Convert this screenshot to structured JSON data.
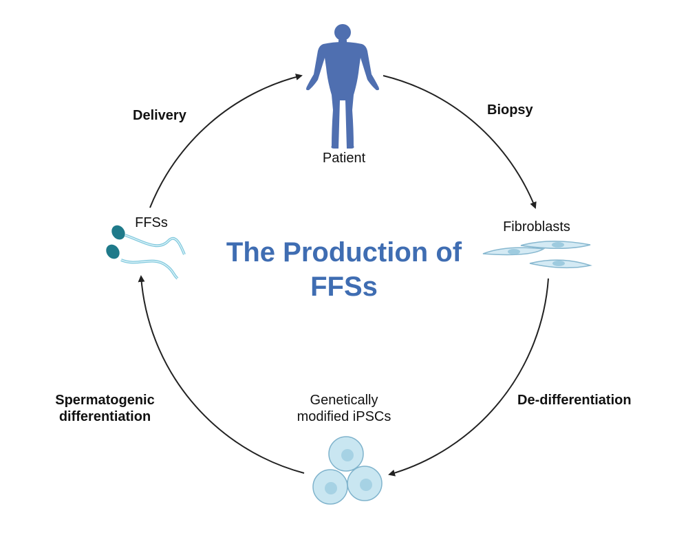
{
  "title": {
    "line1": "The Production of",
    "line2": "FFSs"
  },
  "nodes": {
    "patient": "Patient",
    "fibroblasts": "Fibroblasts",
    "ipscs_line1": "Genetically",
    "ipscs_line2": "modified iPSCs",
    "ffss": "FFSs"
  },
  "steps": {
    "biopsy": "Biopsy",
    "dedifferentiation": "De-differentiation",
    "spermatogenic_line1": "Spermatogenic",
    "spermatogenic_line2": "differentiation",
    "delivery": "Delivery"
  },
  "colors": {
    "title": "#3f6db2",
    "patient_body": "#4f6fb0",
    "cell_fill": "#c9e6f1",
    "cell_stroke": "#7fb3cc",
    "sperm_head": "#1f7a8a",
    "arrow": "#222222"
  },
  "icons": [
    "human-figure-icon",
    "fibroblast-cells-icon",
    "stem-cells-icon",
    "sperm-cells-icon"
  ]
}
